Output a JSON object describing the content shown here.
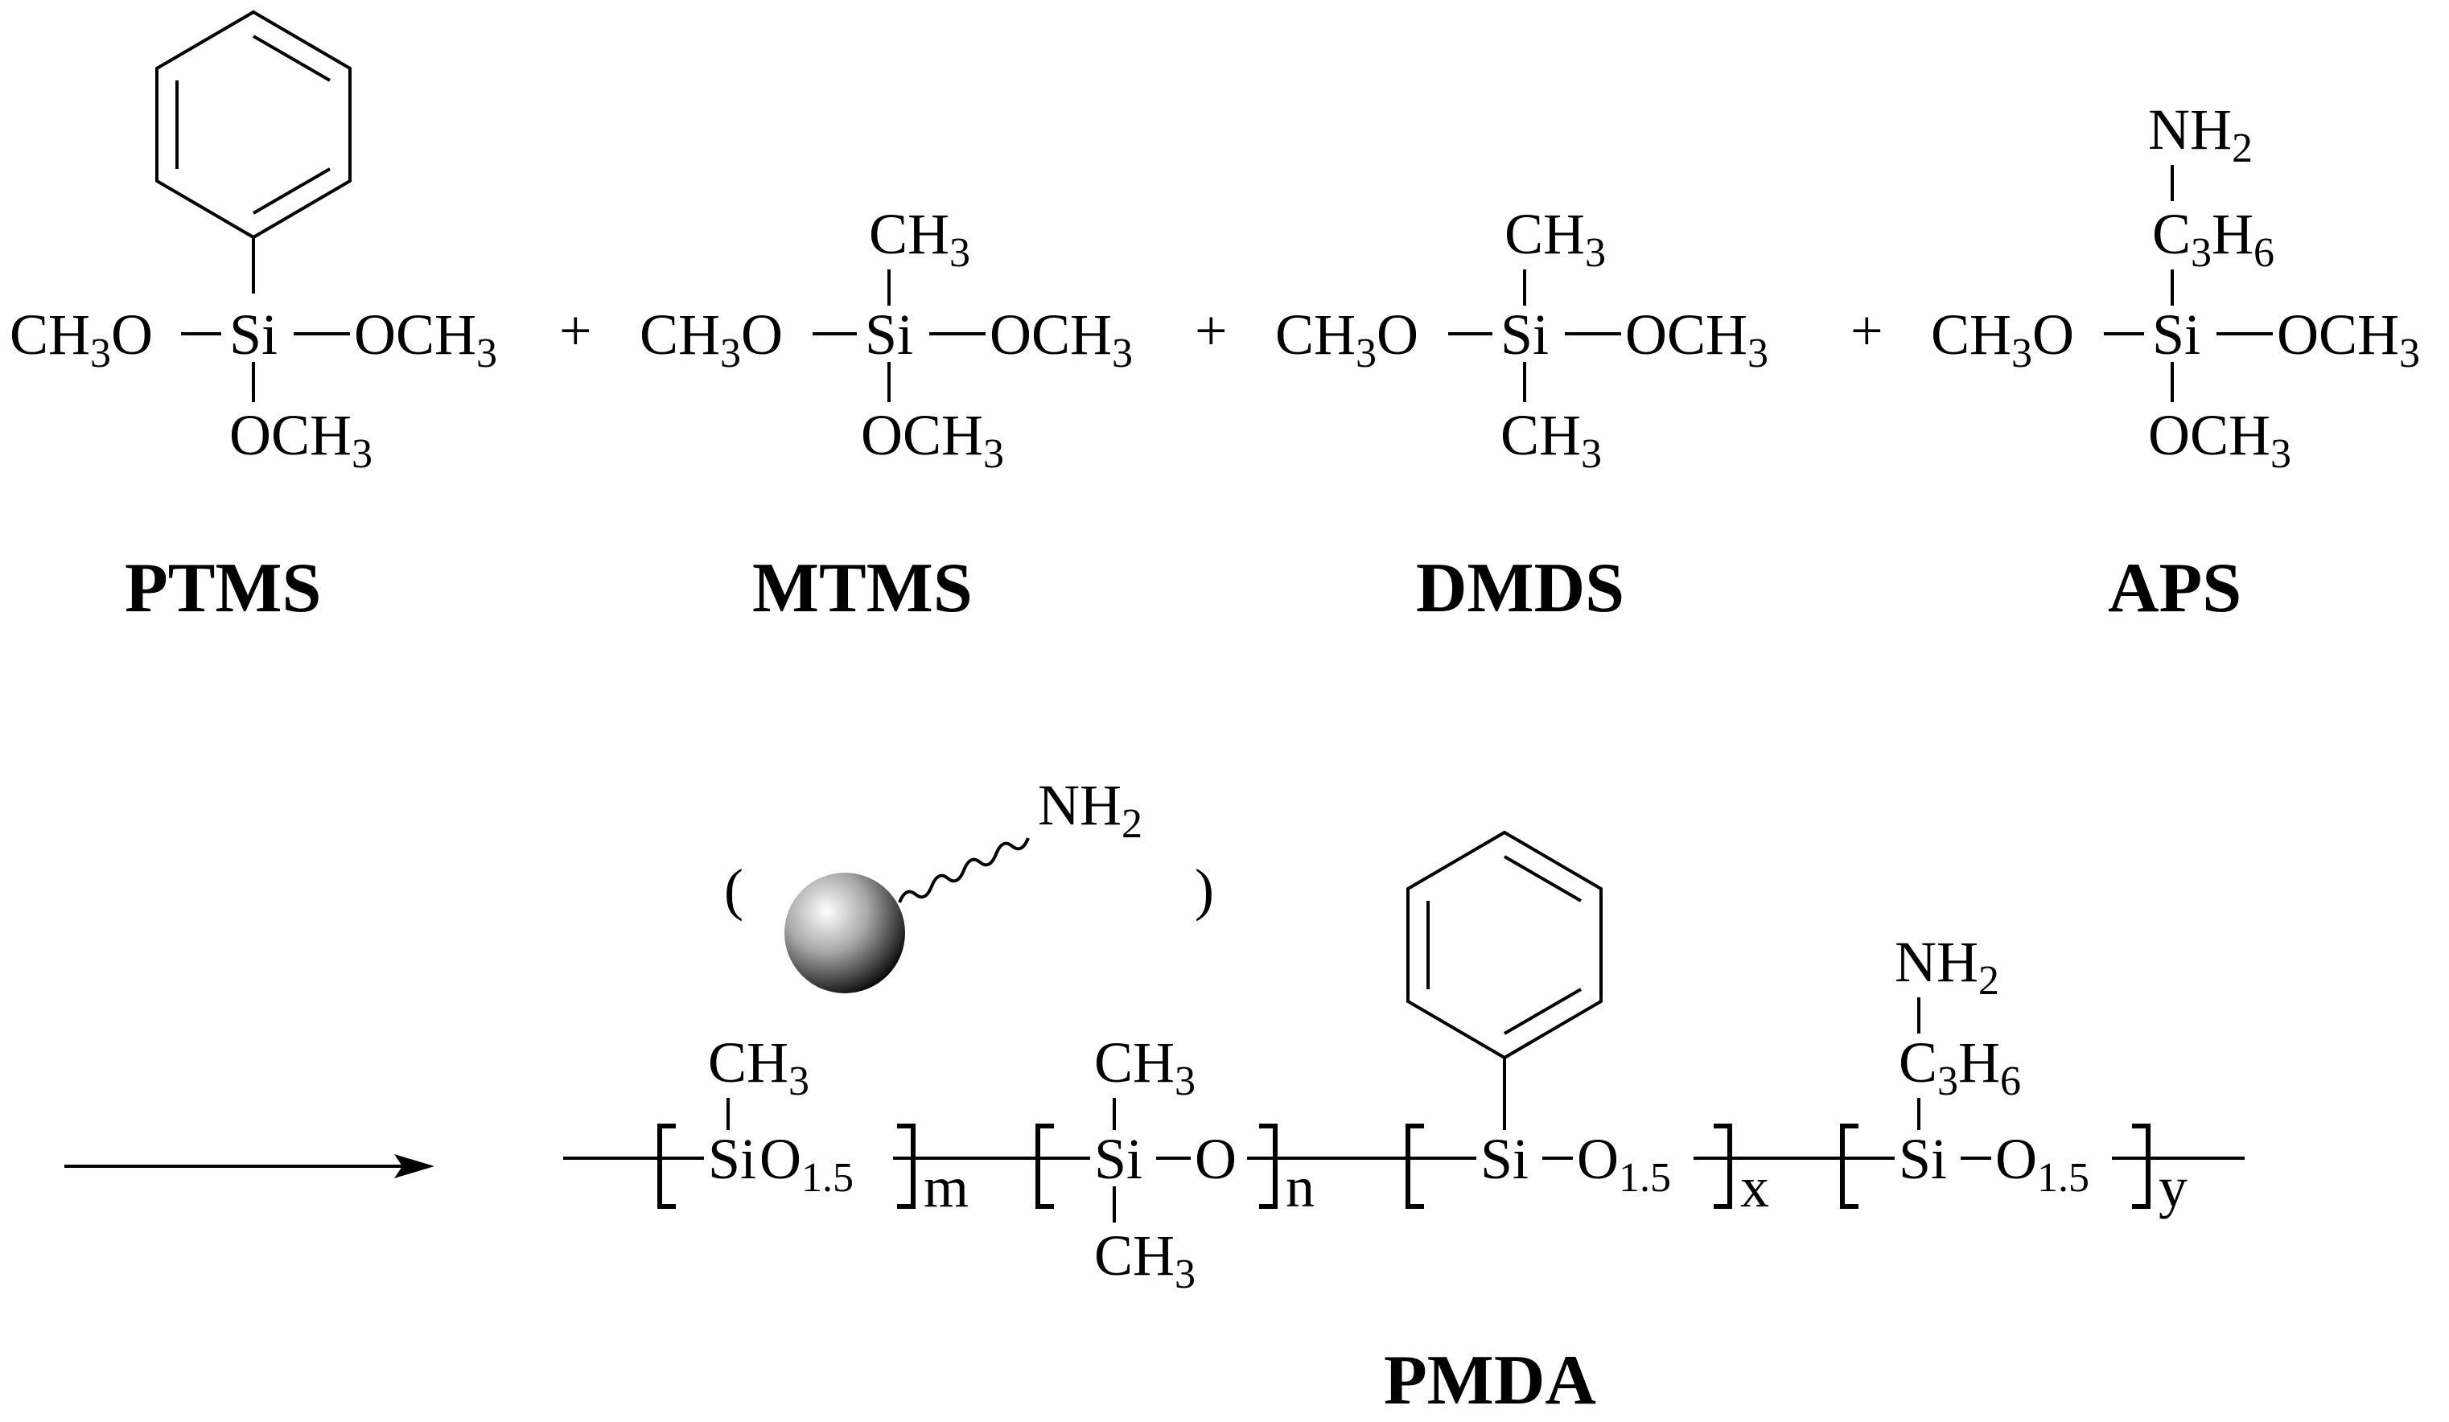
{
  "compounds": {
    "ptms": {
      "name": "PTMS",
      "left": [
        "CH",
        "3",
        "O"
      ],
      "center": "Si",
      "right": [
        "OCH",
        "3"
      ],
      "bottom": [
        "OCH",
        "3"
      ]
    },
    "mtms": {
      "name": "MTMS",
      "top": [
        "CH",
        "3"
      ],
      "left": [
        "CH",
        "3",
        "O"
      ],
      "center": "Si",
      "right": [
        "OCH",
        "3"
      ],
      "bottom": [
        "OCH",
        "3"
      ]
    },
    "dmds": {
      "name": "DMDS",
      "top": [
        "CH",
        "3"
      ],
      "left": [
        "CH",
        "3",
        "O"
      ],
      "center": "Si",
      "right": [
        "OCH",
        "3"
      ],
      "bottom": [
        "CH",
        "3"
      ]
    },
    "aps": {
      "name": "APS",
      "top1": [
        "NH",
        "2"
      ],
      "top2": [
        "C",
        "3",
        "H",
        "6"
      ],
      "left": [
        "CH",
        "3",
        "O"
      ],
      "center": "Si",
      "right": [
        "OCH",
        "3"
      ],
      "bottom": [
        "OCH",
        "3"
      ]
    }
  },
  "plus_sign": "+",
  "product": {
    "name": "PMDA",
    "particle_amine": [
      "NH",
      "2"
    ],
    "paren_open": "(",
    "paren_close": ")",
    "u1": {
      "top": [
        "CH",
        "3"
      ],
      "si": "Si",
      "o": "O",
      "o_sub": "1.5",
      "index": "m"
    },
    "u2": {
      "top": [
        "CH",
        "3"
      ],
      "si": "Si",
      "o": "O",
      "bottom": [
        "CH",
        "3"
      ],
      "index": "n"
    },
    "u3": {
      "si": "Si",
      "o": "O",
      "o_sub": "1.5",
      "index": "x"
    },
    "u4": {
      "top1": [
        "NH",
        "2"
      ],
      "top2": [
        "C",
        "3",
        "H",
        "6"
      ],
      "si": "Si",
      "o": "O",
      "o_sub": "1.5",
      "index": "y"
    }
  }
}
